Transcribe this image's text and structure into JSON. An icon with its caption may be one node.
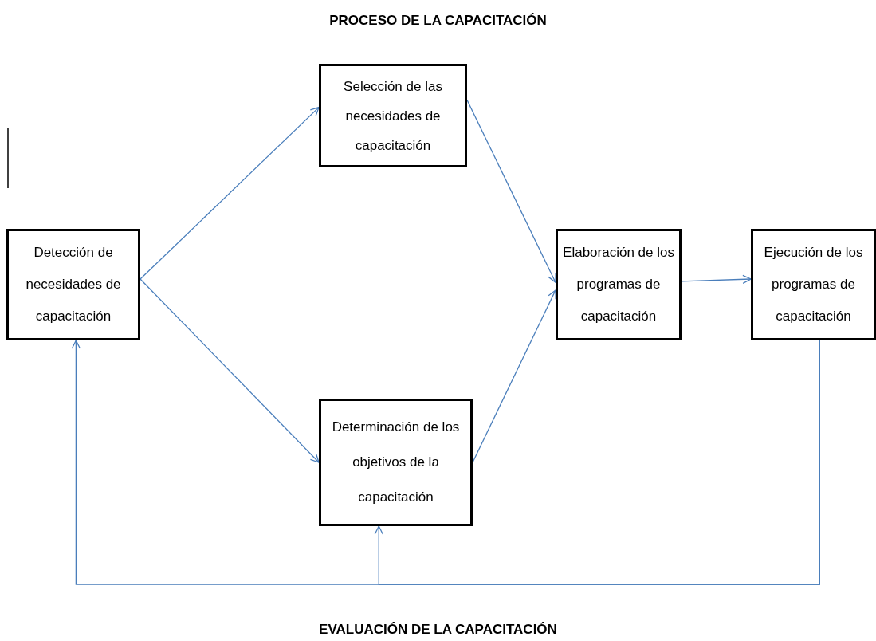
{
  "diagram": {
    "title": "PROCESO DE LA CAPACITACIÓN",
    "nodes": [
      {
        "text": [
          "Detección de necesidades de capacitación"
        ]
      },
      {
        "text": [
          "Selección de las necesidades de capacitación"
        ]
      },
      {
        "text": [
          "Determinación de los objetivos de la capacitación"
        ]
      },
      {
        "text": [
          "Elaboración de los programas de capacitación"
        ]
      },
      {
        "text": [
          "Ejecución de los programas de capacitación"
        ]
      }
    ],
    "edges": [
      {
        "from": 0,
        "to": 1,
        "arrow": "to"
      },
      {
        "from": 0,
        "to": 2,
        "arrow": "to"
      },
      {
        "from": 1,
        "to": 3,
        "arrow": "to"
      },
      {
        "from": 2,
        "to": 3,
        "arrow": "to"
      },
      {
        "from": 3,
        "to": 4,
        "arrow": "to"
      },
      {
        "from": 4,
        "to": 0,
        "arrow": "to"
      },
      {
        "from": 4,
        "to": 2,
        "arrow": "to"
      }
    ],
    "labels": [
      "EVALUACIÓN DE LA CAPACITACIÓN"
    ]
  }
}
